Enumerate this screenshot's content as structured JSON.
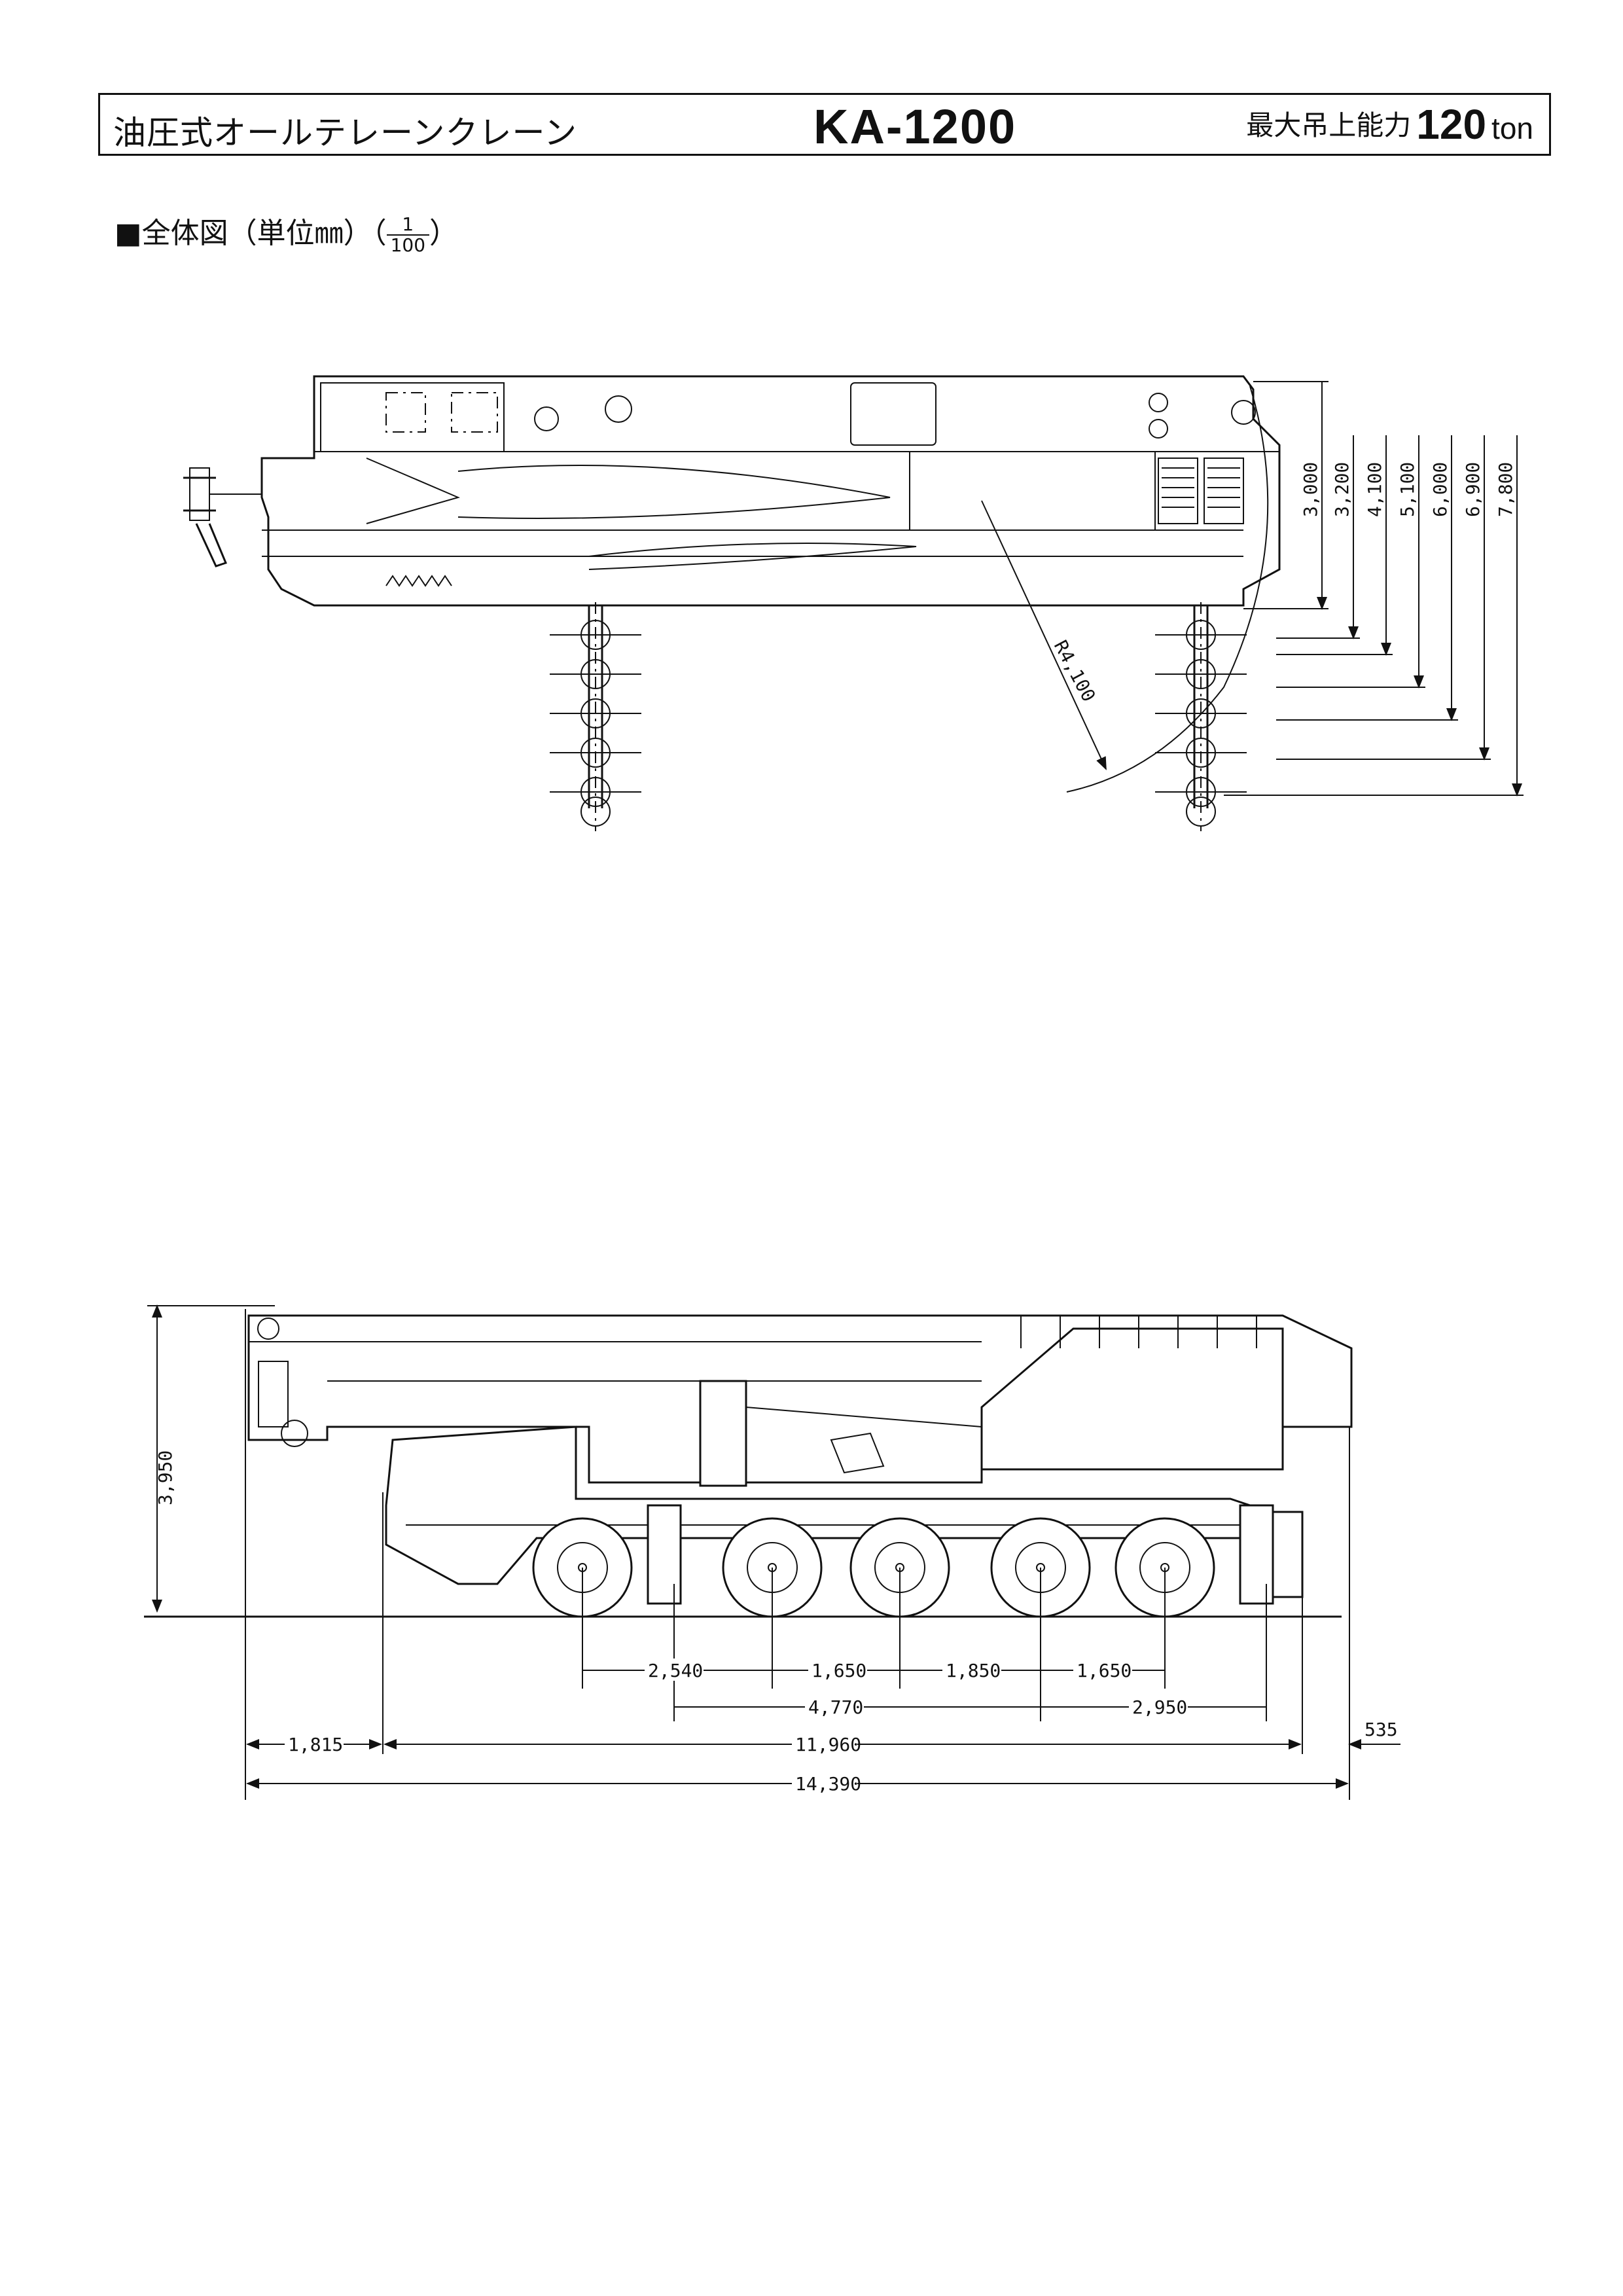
{
  "header": {
    "type_name": "油圧式オールテレーンクレーン",
    "model": "KA-1200",
    "capacity_label": "最大吊上能力",
    "capacity_value": "120",
    "capacity_unit": "ton"
  },
  "section": {
    "prefix": "■全体図（単位㎜）（",
    "scale_numerator": "1",
    "scale_denominator": "100",
    "suffix": "）"
  },
  "top_view": {
    "radius_label": "R4,100",
    "outrigger_dims": [
      "3,000",
      "3,200",
      "4,100",
      "5,100",
      "6,000",
      "6,900",
      "7,800"
    ]
  },
  "side_view": {
    "height": "3,950",
    "axle_spacings": [
      "2,540",
      "1,650",
      "1,850",
      "1,650"
    ],
    "group_spacings": [
      "4,770",
      "2,950"
    ],
    "front_overhang": "1,815",
    "wheelbase_overall": "11,960",
    "rear_overhang": "535",
    "overall_length": "14,390"
  },
  "colors": {
    "ink": "#111111",
    "paper": "#ffffff"
  }
}
